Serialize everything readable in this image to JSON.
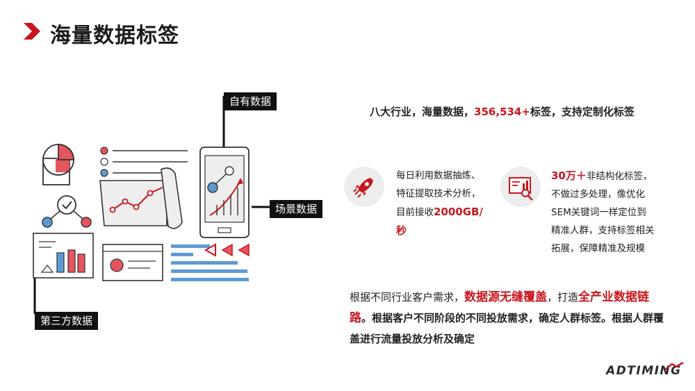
{
  "page": {
    "title": "海量数据标签"
  },
  "illustration": {
    "tag_own": "自有数据",
    "tag_scene": "场景数据",
    "tag_third": "第三方数据"
  },
  "headline": {
    "pre": "八大行业，海量数据，",
    "num": "356,534+",
    "post": "标签，支持定制化标签"
  },
  "feature1": {
    "line1": "每日利用数据抽炼、",
    "line2": "特征提取技术分析，",
    "line3_pre": "目前接收",
    "line3_num": "2000GB/",
    "line4": "秒"
  },
  "feature2": {
    "num": "30万＋",
    "line1_post": "非结构化标签，",
    "line2": "不做过多处理，像优化",
    "line3": "SEM关键词一样定位到",
    "line4": "精准人群，支持标签相关",
    "line5": "拓展，保障精准及规模"
  },
  "paragraph": {
    "p1": "根据不同行业客户需求，",
    "p2": "数据源无缝覆盖",
    "p3": "，打造",
    "p4": "全产业数据链路",
    "p5": "。根据客户不同阶段的不同投放需求，确定人群标签。根据人群覆盖进行流量投放分析及确定"
  },
  "logo": {
    "text": "ADTIMING"
  },
  "colors": {
    "accent": "#c8161d",
    "tag_bg": "#111111",
    "icon_blue": "#5b9bd5"
  },
  "icons": [
    "chevron-right-icon",
    "rocket-icon",
    "dashboard-search-icon",
    "phone-chart-icon",
    "funnel-icon"
  ]
}
